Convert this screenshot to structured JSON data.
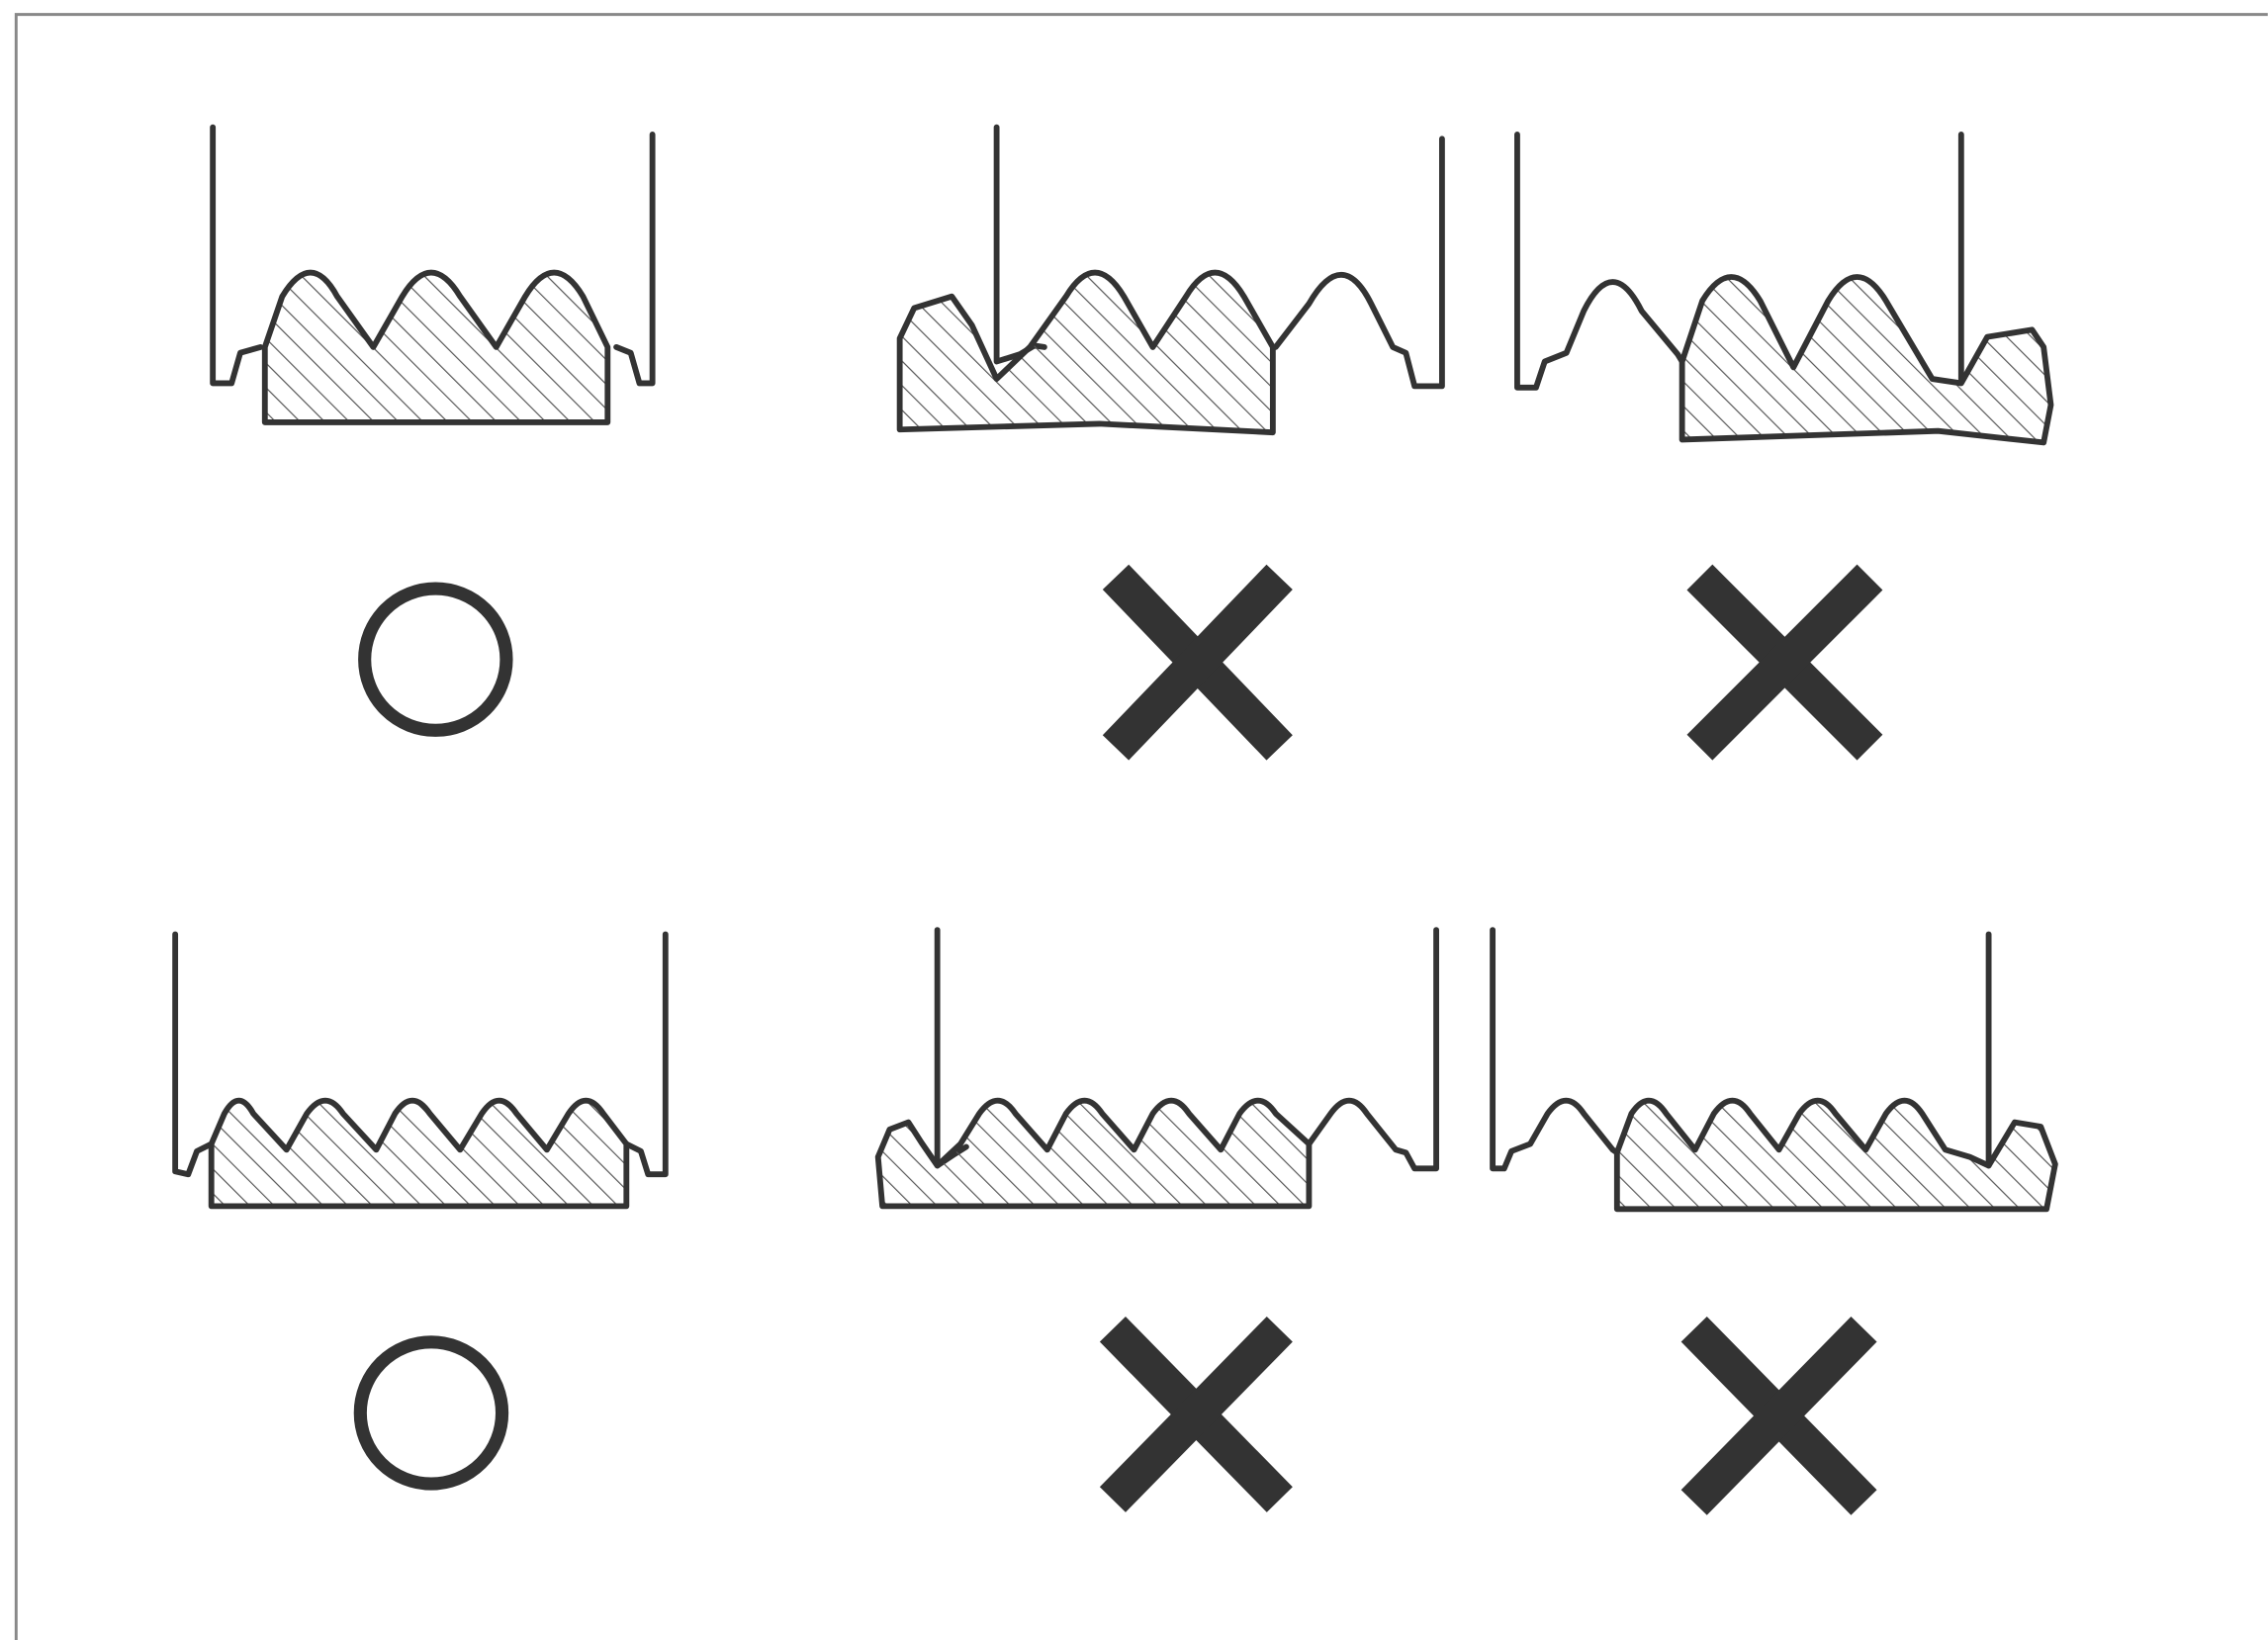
{
  "figure": {
    "colors": {
      "ink": "#333333",
      "frame": "#888888",
      "hatch": "#555555",
      "background": "#ffffff"
    },
    "rows": [
      {
        "thread": "coarse",
        "panels": [
          {
            "verdict": "correct",
            "symbol": "circle-mark"
          },
          {
            "verdict": "incorrect",
            "symbol": "cross-mark"
          },
          {
            "verdict": "incorrect",
            "symbol": "cross-mark"
          }
        ]
      },
      {
        "thread": "fine",
        "panels": [
          {
            "verdict": "correct",
            "symbol": "circle-mark"
          },
          {
            "verdict": "incorrect",
            "symbol": "cross-mark"
          },
          {
            "verdict": "incorrect",
            "symbol": "cross-mark"
          }
        ]
      }
    ]
  }
}
